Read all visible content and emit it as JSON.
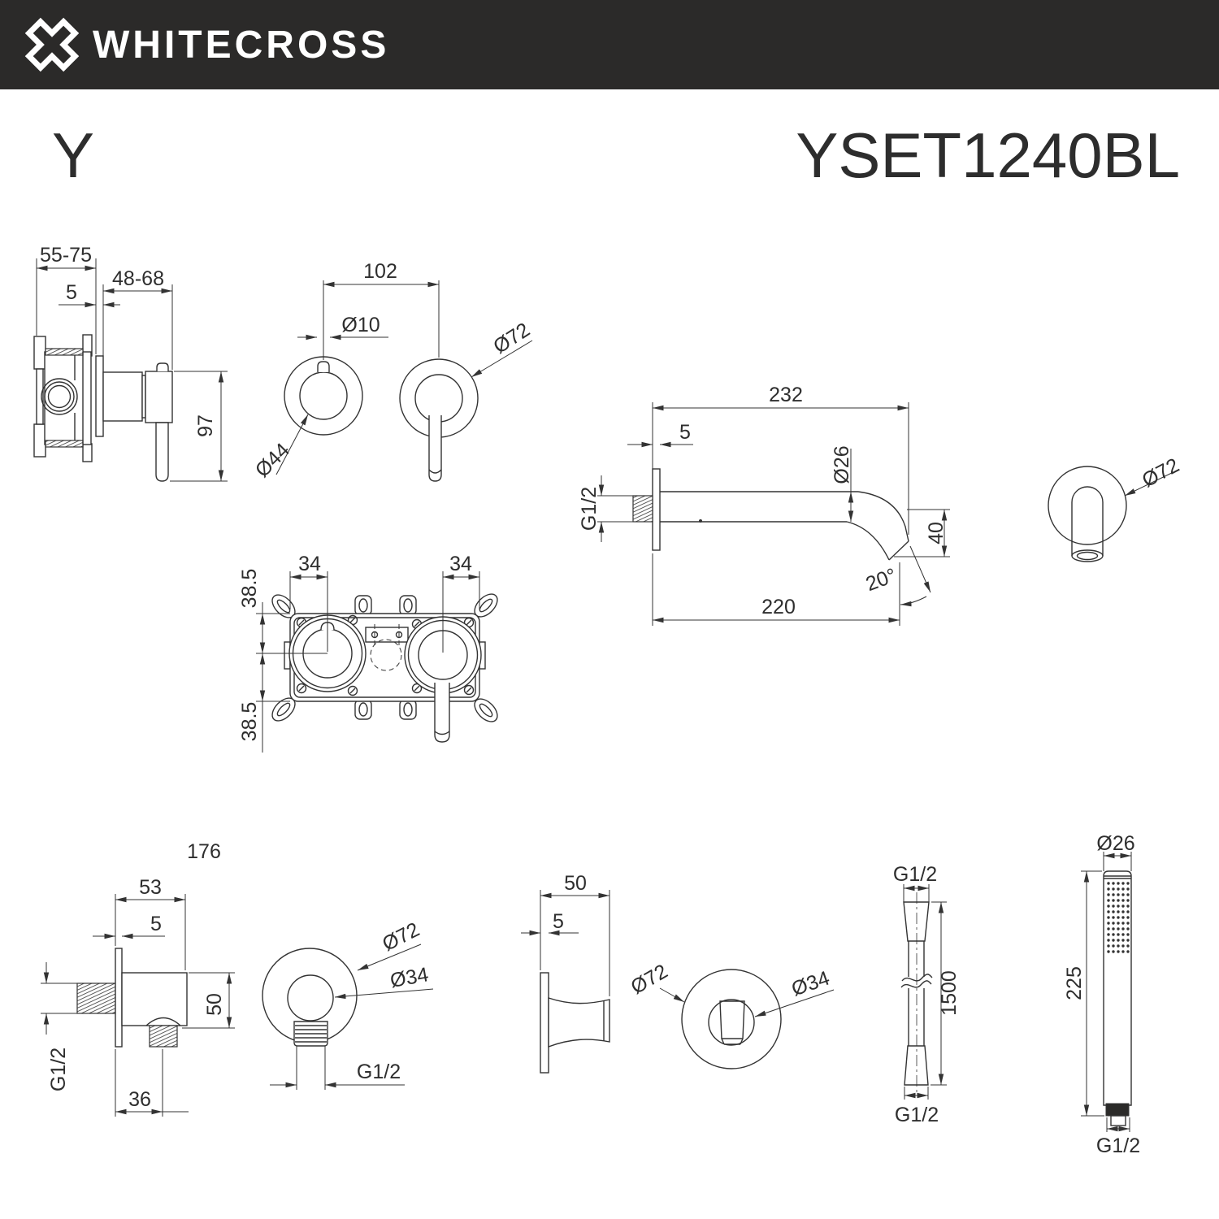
{
  "header": {
    "bg": "#2b2a29",
    "brand": "WHITECROSS",
    "logo_icon": "x-cross-logo"
  },
  "title": {
    "series": "Y",
    "model": "YSET1240BL"
  },
  "drawings": {
    "mixer_side": {
      "dims": {
        "wall_range": "55-75",
        "depth_range": "48-68",
        "plate": "5",
        "height": "97"
      }
    },
    "handles_front": {
      "dims": {
        "centers": "102",
        "knob_dia": "Ø10",
        "inner_dia": "Ø44",
        "outer_dia": "Ø72"
      }
    },
    "spout_side": {
      "dims": {
        "reach": "232",
        "plate": "5",
        "thread": "G1/2",
        "pipe_dia": "Ø26",
        "drop": "40",
        "angle": "20°",
        "length": "220"
      }
    },
    "spout_front": {
      "dims": {
        "outer_dia": "Ø72"
      }
    },
    "roughin_front": {
      "dims": {
        "left_offset": "34",
        "right_offset": "34",
        "top_offset": "38.5",
        "bottom_offset": "38.5"
      }
    },
    "elbow_side": {
      "dims": {
        "overall": "176",
        "depth": "53",
        "plate": "5",
        "height": "50",
        "thread": "G1/2",
        "outlet": "36"
      }
    },
    "elbow_front": {
      "dims": {
        "outer_dia": "Ø72",
        "inner_dia": "Ø34",
        "thread": "G1/2"
      }
    },
    "holder_side": {
      "dims": {
        "depth": "50",
        "plate": "5"
      }
    },
    "holder_front": {
      "dims": {
        "outer_dia": "Ø72",
        "inner_dia": "Ø34"
      }
    },
    "hose": {
      "dims": {
        "thread_top": "G1/2",
        "length": "1500",
        "thread_bottom": "G1/2"
      }
    },
    "handshower": {
      "dims": {
        "head_dia": "Ø26",
        "length": "225",
        "thread": "G1/2"
      }
    }
  }
}
